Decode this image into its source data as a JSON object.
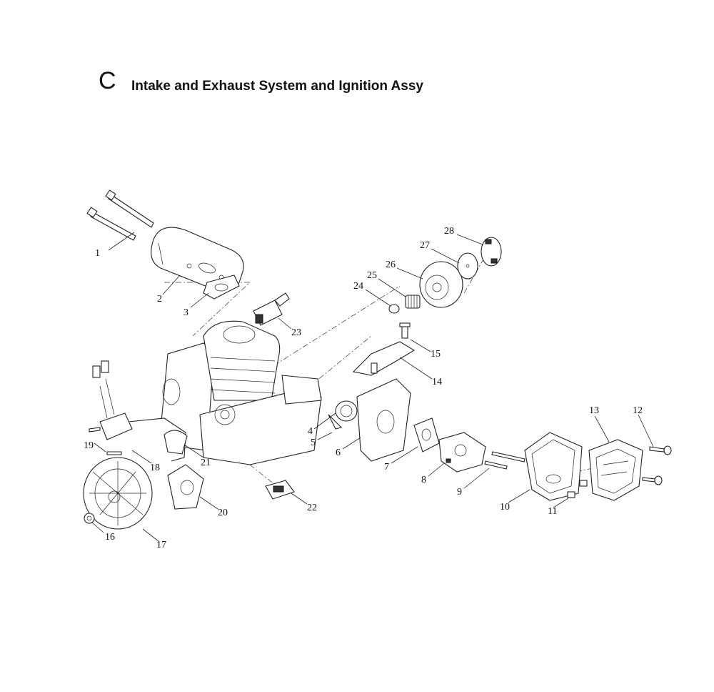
{
  "header": {
    "section_letter": "C",
    "title": "Intake and Exhaust System and Ignition Assy"
  },
  "callouts": [
    {
      "id": "1",
      "label": "1"
    },
    {
      "id": "2",
      "label": "2"
    },
    {
      "id": "3",
      "label": "3"
    },
    {
      "id": "4",
      "label": "4"
    },
    {
      "id": "5",
      "label": "5"
    },
    {
      "id": "6",
      "label": "6"
    },
    {
      "id": "7",
      "label": "7"
    },
    {
      "id": "8",
      "label": "8"
    },
    {
      "id": "9",
      "label": "9"
    },
    {
      "id": "10",
      "label": "10"
    },
    {
      "id": "11",
      "label": "11"
    },
    {
      "id": "12",
      "label": "12"
    },
    {
      "id": "13",
      "label": "13"
    },
    {
      "id": "14",
      "label": "14"
    },
    {
      "id": "15",
      "label": "15"
    },
    {
      "id": "16",
      "label": "16"
    },
    {
      "id": "17",
      "label": "17"
    },
    {
      "id": "18",
      "label": "18"
    },
    {
      "id": "19",
      "label": "19"
    },
    {
      "id": "20",
      "label": "20"
    },
    {
      "id": "21",
      "label": "21"
    },
    {
      "id": "22",
      "label": "22"
    },
    {
      "id": "23",
      "label": "23"
    },
    {
      "id": "24",
      "label": "24"
    },
    {
      "id": "25",
      "label": "25"
    },
    {
      "id": "26",
      "label": "26"
    },
    {
      "id": "27",
      "label": "27"
    },
    {
      "id": "28",
      "label": "28"
    }
  ]
}
